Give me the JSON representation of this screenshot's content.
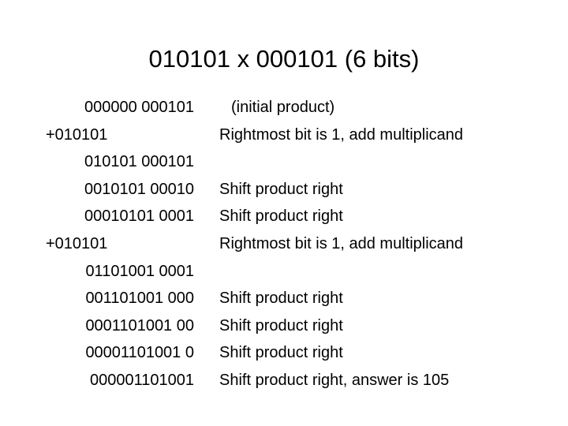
{
  "slide": {
    "title": "010101 x 000101 (6 bits)",
    "background_color": "#ffffff",
    "text_color": "#000000",
    "rows": [
      {
        "binary": "000000 000101",
        "note": "(initial product)",
        "is_add": false,
        "note_indented": true
      },
      {
        "binary": "+010101",
        "note": "Rightmost bit is 1, add multiplicand",
        "is_add": true,
        "note_indented": false
      },
      {
        "binary": "010101 000101",
        "note": "",
        "is_add": false,
        "note_indented": false
      },
      {
        "binary": "0010101 00010",
        "note": "Shift product right",
        "is_add": false,
        "note_indented": false
      },
      {
        "binary": "00010101 0001",
        "note": "Shift product right",
        "is_add": false,
        "note_indented": false
      },
      {
        "binary": "+010101",
        "note": "Rightmost bit is 1, add multiplicand",
        "is_add": true,
        "note_indented": false
      },
      {
        "binary": "01101001 0001",
        "note": "",
        "is_add": false,
        "note_indented": false
      },
      {
        "binary": "001101001 000",
        "note": "Shift product right",
        "is_add": false,
        "note_indented": false
      },
      {
        "binary": "0001101001 00",
        "note": "Shift product right",
        "is_add": false,
        "note_indented": false
      },
      {
        "binary": "00001101001 0",
        "note": "Shift product right",
        "is_add": false,
        "note_indented": false
      },
      {
        "binary": "000001101001",
        "note": "Shift product right, answer is 105",
        "is_add": false,
        "note_indented": false
      }
    ]
  }
}
